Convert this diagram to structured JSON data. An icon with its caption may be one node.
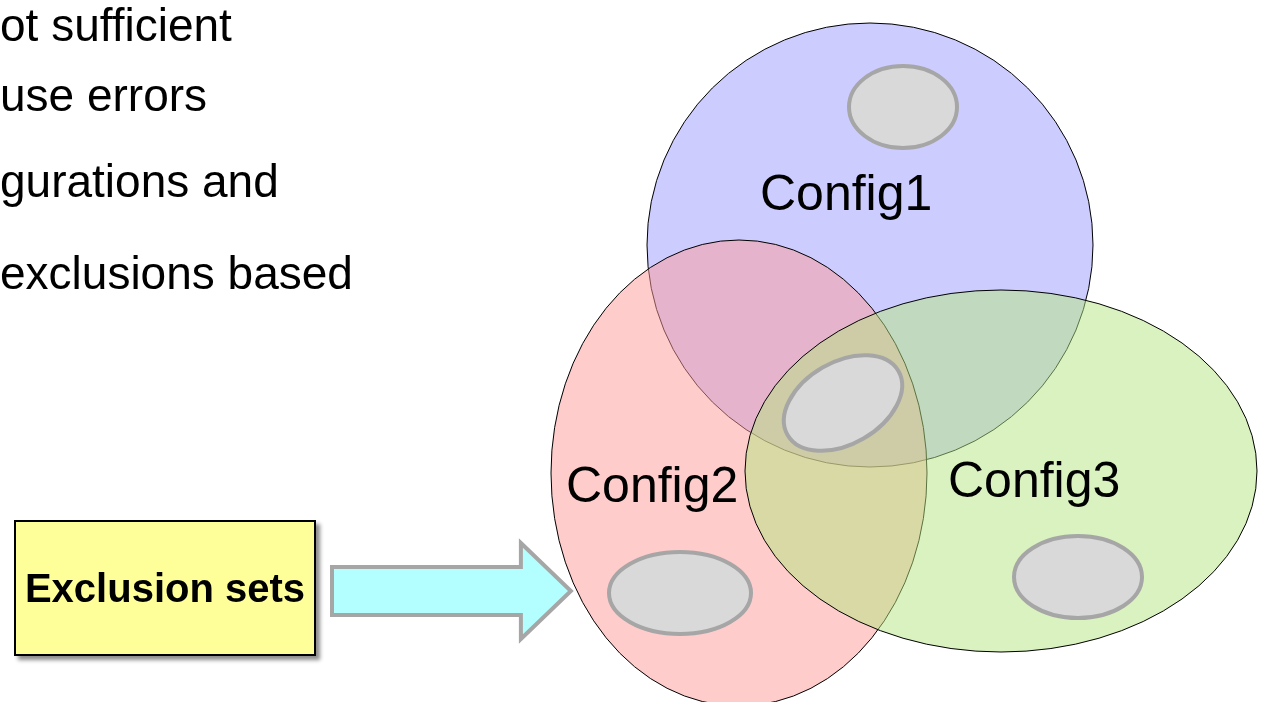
{
  "diagram": {
    "nodes": [
      {
        "text": [
          "Config1"
        ]
      },
      {
        "text": [],
        "shape": "ellipse",
        "in": 0
      },
      {
        "text": [
          "Config2"
        ]
      },
      {
        "text": [
          "Config3"
        ]
      },
      {
        "text": [],
        "shape": "ellipse"
      },
      {
        "text": [],
        "shape": "ellipse",
        "in": 2
      },
      {
        "text": [],
        "shape": "ellipse",
        "in": 3
      },
      {
        "text": [
          "Exclusion sets"
        ]
      }
    ],
    "edges": [
      {
        "from": 7,
        "to": 2,
        "arrow": "to"
      }
    ],
    "labels": [
      "ot sufficient",
      "use errors",
      "gurations and",
      "exclusions based"
    ]
  }
}
